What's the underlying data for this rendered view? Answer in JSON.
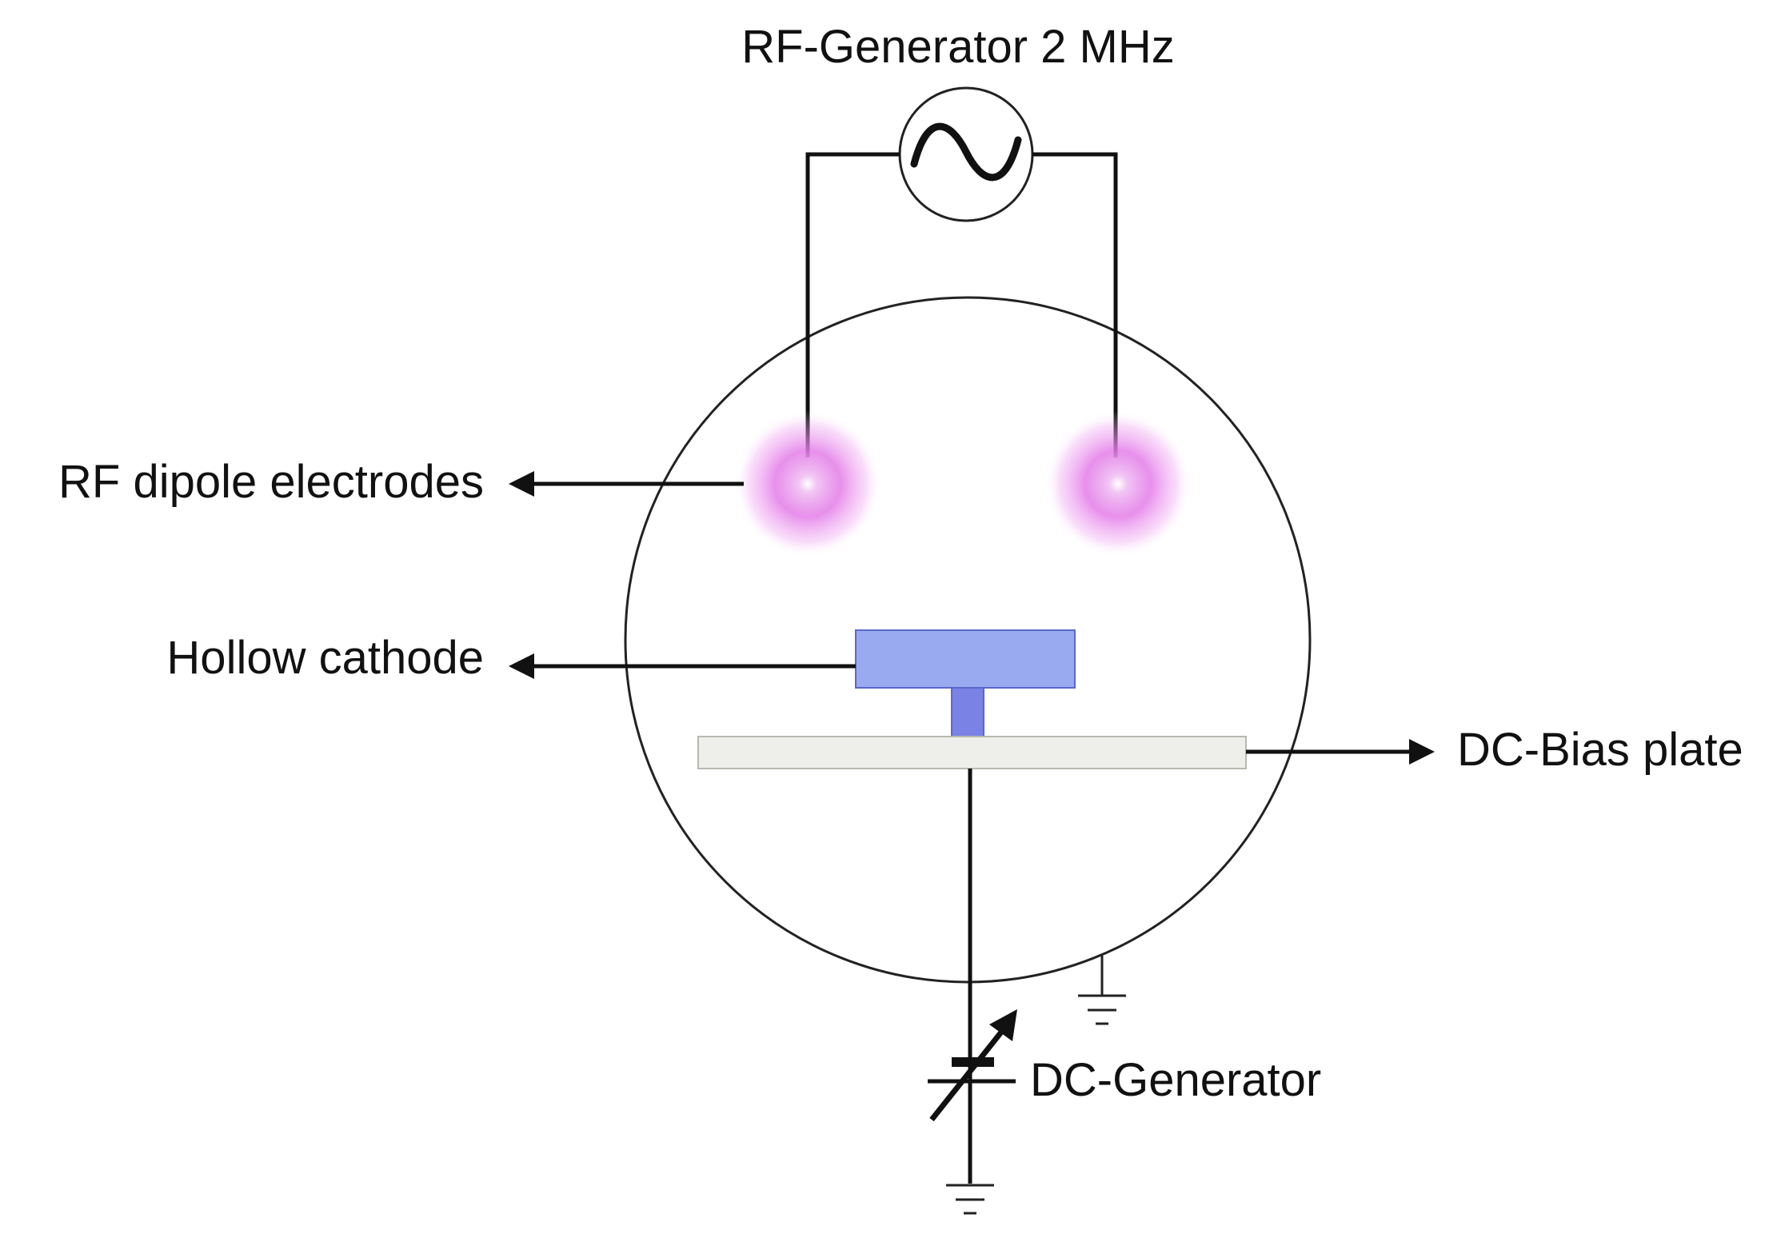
{
  "labels": {
    "rf_generator": "RF-Generator 2 MHz",
    "rf_dipole_electrodes": "RF dipole electrodes",
    "hollow_cathode": "Hollow cathode",
    "dc_bias_plate": "DC-Bias plate",
    "dc_generator": "DC-Generator"
  },
  "colors": {
    "line": "#111111",
    "chamber_stroke": "#222222",
    "plasma_glow": "#e070e6",
    "hollow_cathode_fill": "#9aaaf0",
    "hollow_cathode_stroke": "#5a68c8",
    "stem_fill": "#7a82e6",
    "bias_plate_fill": "#eeeeea",
    "bias_plate_stroke": "#b8b8b0"
  },
  "icons": {
    "ac_source": "ac-sine-source-icon",
    "ground": "ground-icon",
    "variable_dc_source": "variable-dc-source-icon"
  }
}
